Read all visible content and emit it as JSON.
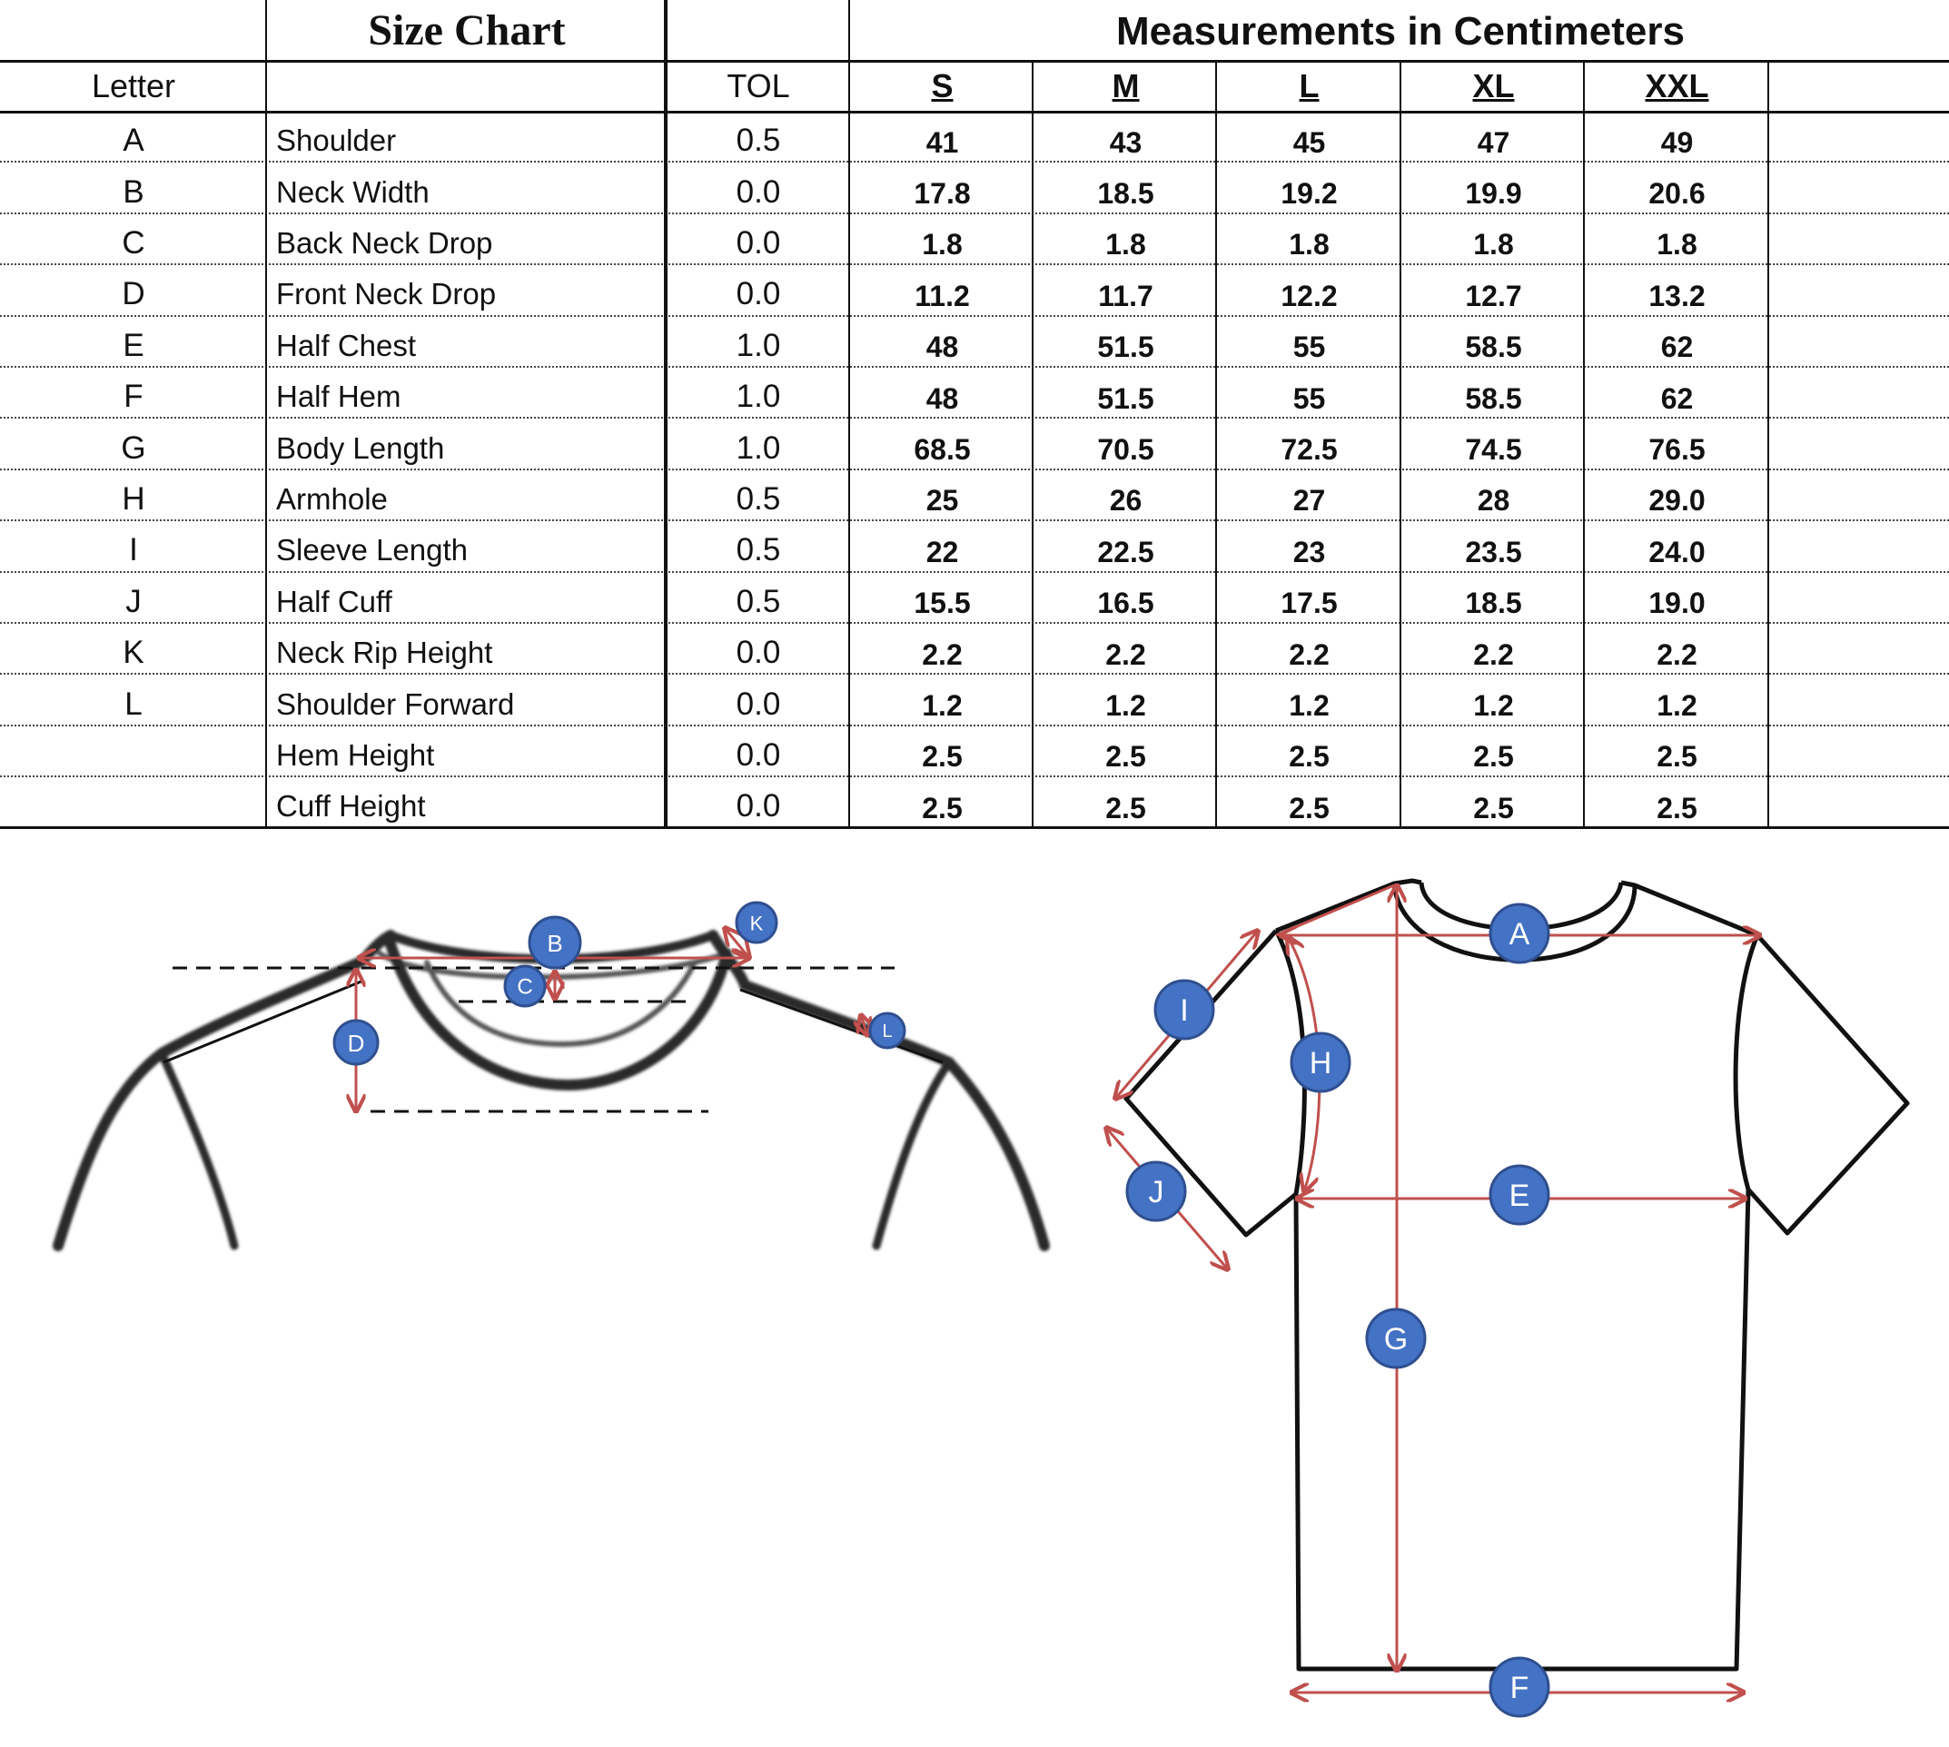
{
  "header": {
    "size_chart_title": "Size Chart",
    "measurements_title": "Measurements in Centimeters"
  },
  "columns": {
    "letter": "Letter",
    "name": "",
    "tol": "TOL",
    "sizes": [
      "S",
      "M",
      "L",
      "XL",
      "XXL"
    ]
  },
  "rows": [
    {
      "letter": "A",
      "name": "Shoulder",
      "tol": "0.5",
      "values": [
        "41",
        "43",
        "45",
        "47",
        "49"
      ]
    },
    {
      "letter": "B",
      "name": "Neck Width",
      "tol": "0.0",
      "values": [
        "17.8",
        "18.5",
        "19.2",
        "19.9",
        "20.6"
      ]
    },
    {
      "letter": "C",
      "name": "Back Neck Drop",
      "tol": "0.0",
      "values": [
        "1.8",
        "1.8",
        "1.8",
        "1.8",
        "1.8"
      ]
    },
    {
      "letter": "D",
      "name": "Front Neck Drop",
      "tol": "0.0",
      "values": [
        "11.2",
        "11.7",
        "12.2",
        "12.7",
        "13.2"
      ]
    },
    {
      "letter": "E",
      "name": "Half Chest",
      "tol": "1.0",
      "values": [
        "48",
        "51.5",
        "55",
        "58.5",
        "62"
      ]
    },
    {
      "letter": "F",
      "name": "Half Hem",
      "tol": "1.0",
      "values": [
        "48",
        "51.5",
        "55",
        "58.5",
        "62"
      ]
    },
    {
      "letter": "G",
      "name": "Body Length",
      "tol": "1.0",
      "values": [
        "68.5",
        "70.5",
        "72.5",
        "74.5",
        "76.5"
      ]
    },
    {
      "letter": "H",
      "name": "Armhole",
      "tol": "0.5",
      "values": [
        "25",
        "26",
        "27",
        "28",
        "29.0"
      ]
    },
    {
      "letter": "I",
      "name": "Sleeve Length",
      "tol": "0.5",
      "values": [
        "22",
        "22.5",
        "23",
        "23.5",
        "24.0"
      ]
    },
    {
      "letter": "J",
      "name": "Half Cuff",
      "tol": "0.5",
      "values": [
        "15.5",
        "16.5",
        "17.5",
        "18.5",
        "19.0"
      ]
    },
    {
      "letter": "K",
      "name": "Neck Rip Height",
      "tol": "0.0",
      "values": [
        "2.2",
        "2.2",
        "2.2",
        "2.2",
        "2.2"
      ]
    },
    {
      "letter": "L",
      "name": "Shoulder Forward",
      "tol": "0.0",
      "values": [
        "1.2",
        "1.2",
        "1.2",
        "1.2",
        "1.2"
      ]
    },
    {
      "letter": "",
      "name": "Hem Height",
      "tol": "0.0",
      "values": [
        "2.5",
        "2.5",
        "2.5",
        "2.5",
        "2.5"
      ]
    },
    {
      "letter": "",
      "name": "Cuff  Height",
      "tol": "0.0",
      "values": [
        "2.5",
        "2.5",
        "2.5",
        "2.5",
        "2.5"
      ]
    }
  ],
  "diagram_neck": {
    "badges": [
      "B",
      "K",
      "C",
      "D",
      "L"
    ]
  },
  "diagram_shirt": {
    "badges": [
      "A",
      "I",
      "H",
      "E",
      "J",
      "G",
      "F"
    ]
  },
  "colors": {
    "badge_fill": "#4472C4",
    "badge_stroke": "#2F4F8F",
    "arrow": "#C0504D",
    "outline": "#111111"
  }
}
